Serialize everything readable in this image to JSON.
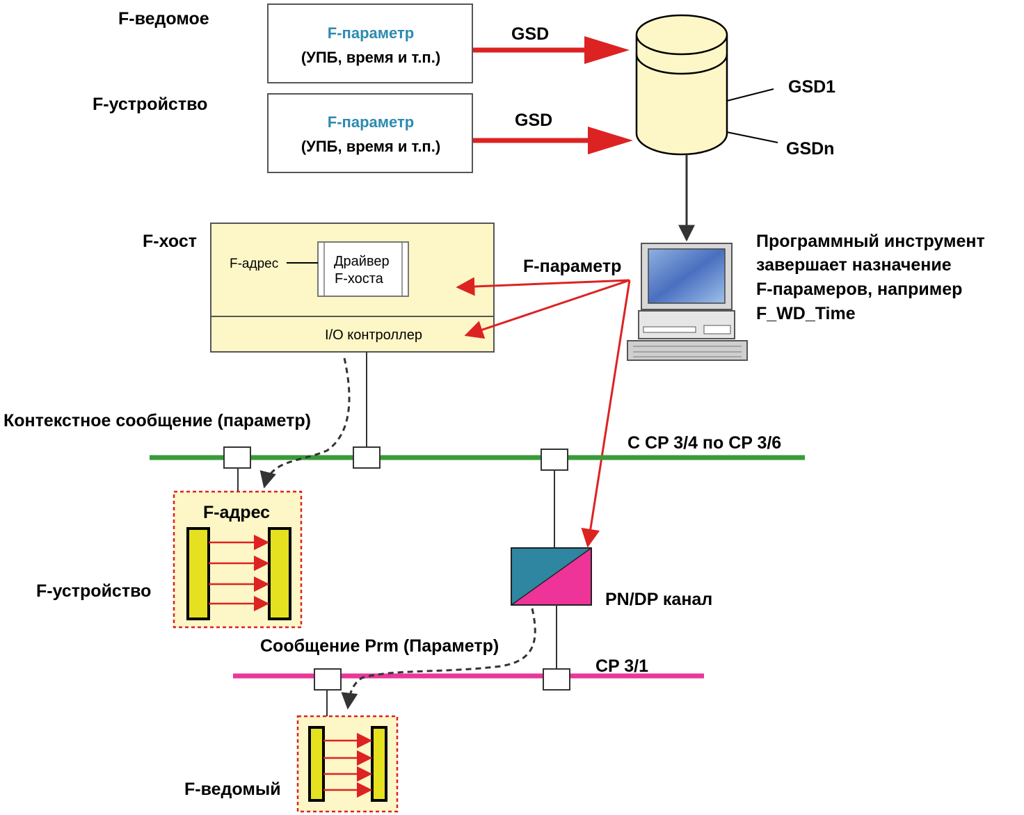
{
  "top_labels": {
    "f_slave": "F-ведомое",
    "f_device": "F-устройство"
  },
  "param_box_1": {
    "title": "F-параметр",
    "subtitle": "(УПБ, время и т.п.)"
  },
  "param_box_2": {
    "title": "F-параметр",
    "subtitle": "(УПБ, время и т.п.)"
  },
  "arrows": {
    "gsd_1": "GSD",
    "gsd_2": "GSD"
  },
  "database": {
    "gsd1": "GSD1",
    "gsdn": "GSDn"
  },
  "tool": {
    "lines": [
      "Программный инструмент",
      "завершает назначение",
      "F-парамеров, например",
      "F_WD_Time"
    ]
  },
  "host": {
    "title": "F-хост",
    "address": "F-адрес",
    "driver_line1": "Драйвер",
    "driver_line2": "F-хоста",
    "io": "I/O контроллер"
  },
  "f_param_label": "F-параметр",
  "bus_top": {
    "context_msg": "Контекстное сообщение (параметр)",
    "range": "С CP 3/4 по CP 3/6"
  },
  "device_mid": {
    "address": "F-адрес",
    "label": "F-устройство"
  },
  "pndp": {
    "label": "PN/DP канал"
  },
  "bus_bottom": {
    "prm_msg": "Сообщение Prm (Параметр)",
    "cp": "CP 3/1"
  },
  "slave_bottom": {
    "label": "F-ведомый"
  },
  "colors": {
    "box_fill": "#fdf6c6",
    "red": "#dd2222",
    "green_bus": "#3a9a3a",
    "pink_bus": "#e8389a",
    "teal": "#2f86a0",
    "magenta": "#ee3399",
    "yellow": "#e5e020",
    "title_blue": "#2e8ab0"
  }
}
